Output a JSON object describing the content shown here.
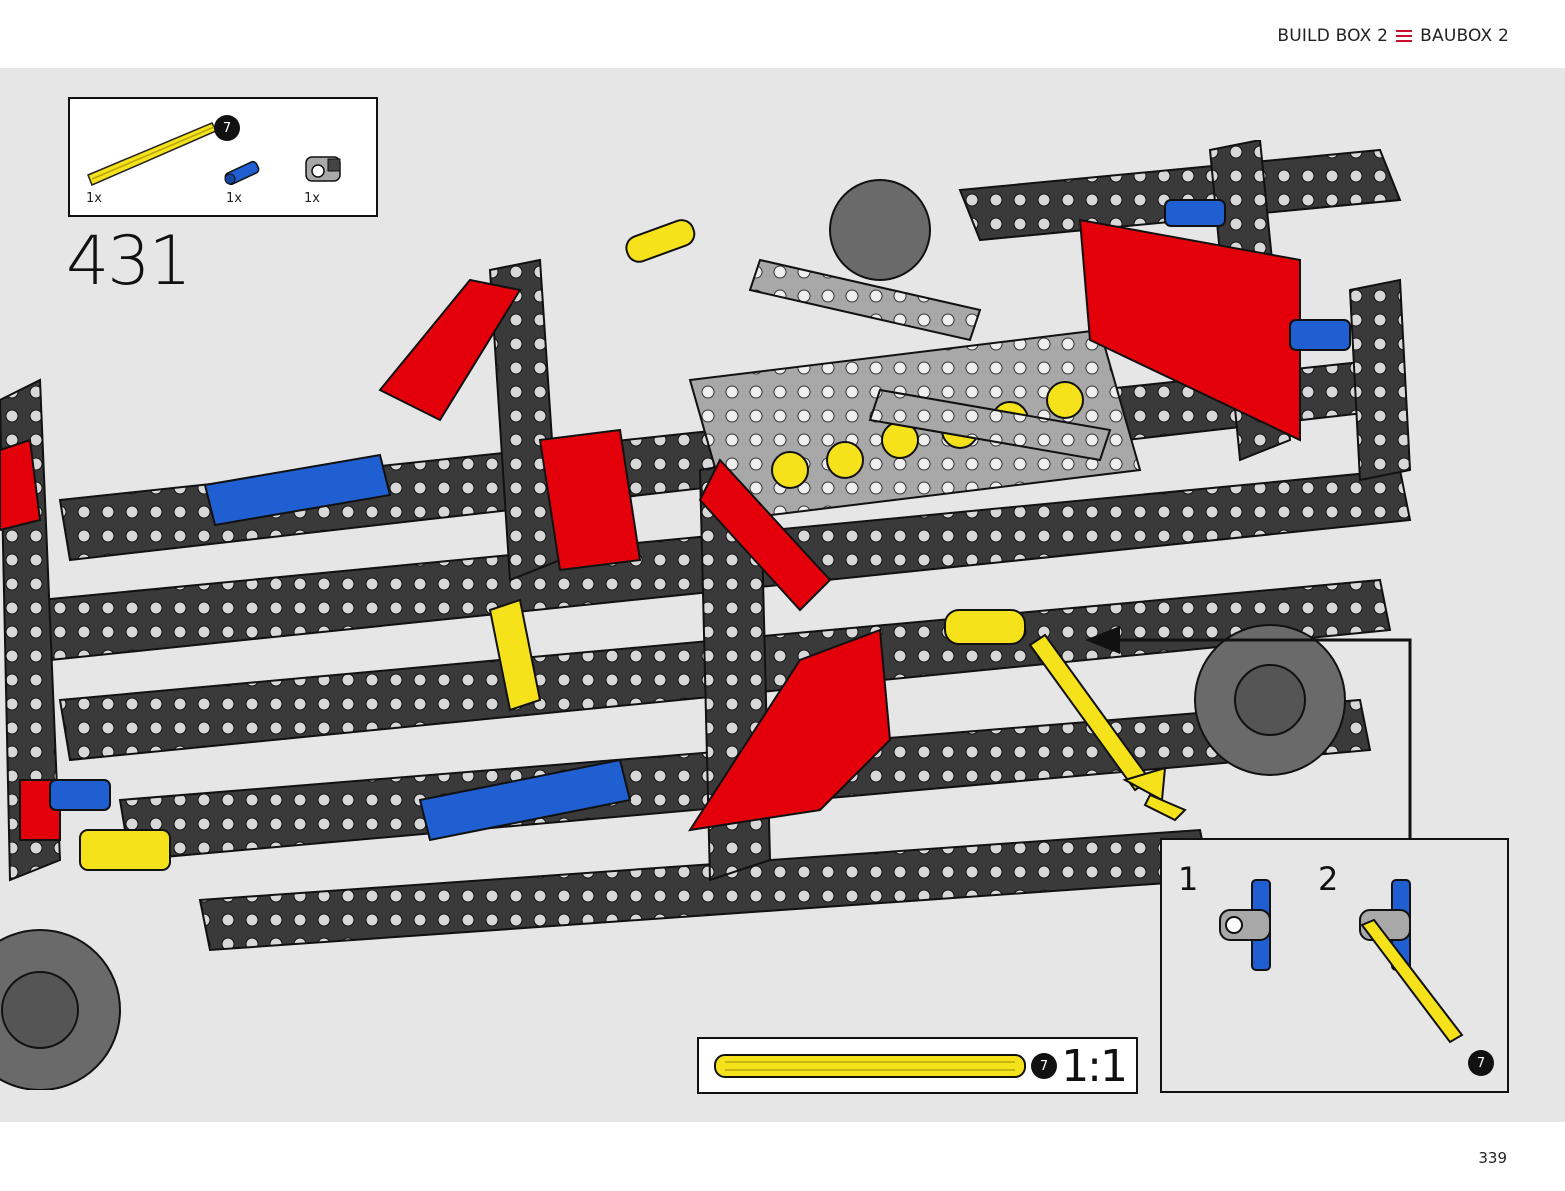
{
  "header": {
    "left_label": "BUILD BOX 2",
    "right_label": "BAUBOX 2",
    "accent_color": "#c8102e"
  },
  "parts_list": {
    "items": [
      {
        "name": "axle",
        "color": "#f5e21a",
        "quantity": "1x",
        "length_badge": "7"
      },
      {
        "name": "pin",
        "color": "#1f5fd1",
        "quantity": "1x"
      },
      {
        "name": "connector",
        "color": "#9a9a9a",
        "quantity": "1x"
      }
    ]
  },
  "step": {
    "number": "431"
  },
  "subassembly": {
    "steps": [
      {
        "number": "1"
      },
      {
        "number": "2",
        "length_badge": "7"
      }
    ]
  },
  "scale": {
    "label": "1:1",
    "length_badge": "7"
  },
  "page": {
    "number": "339"
  },
  "colors": {
    "frame": "#3a3a3a",
    "red": "#e3000b",
    "blue": "#1f5fd1",
    "yellow": "#f5e21a",
    "gray": "#a8a8a8",
    "background": "#e6e6e6"
  }
}
